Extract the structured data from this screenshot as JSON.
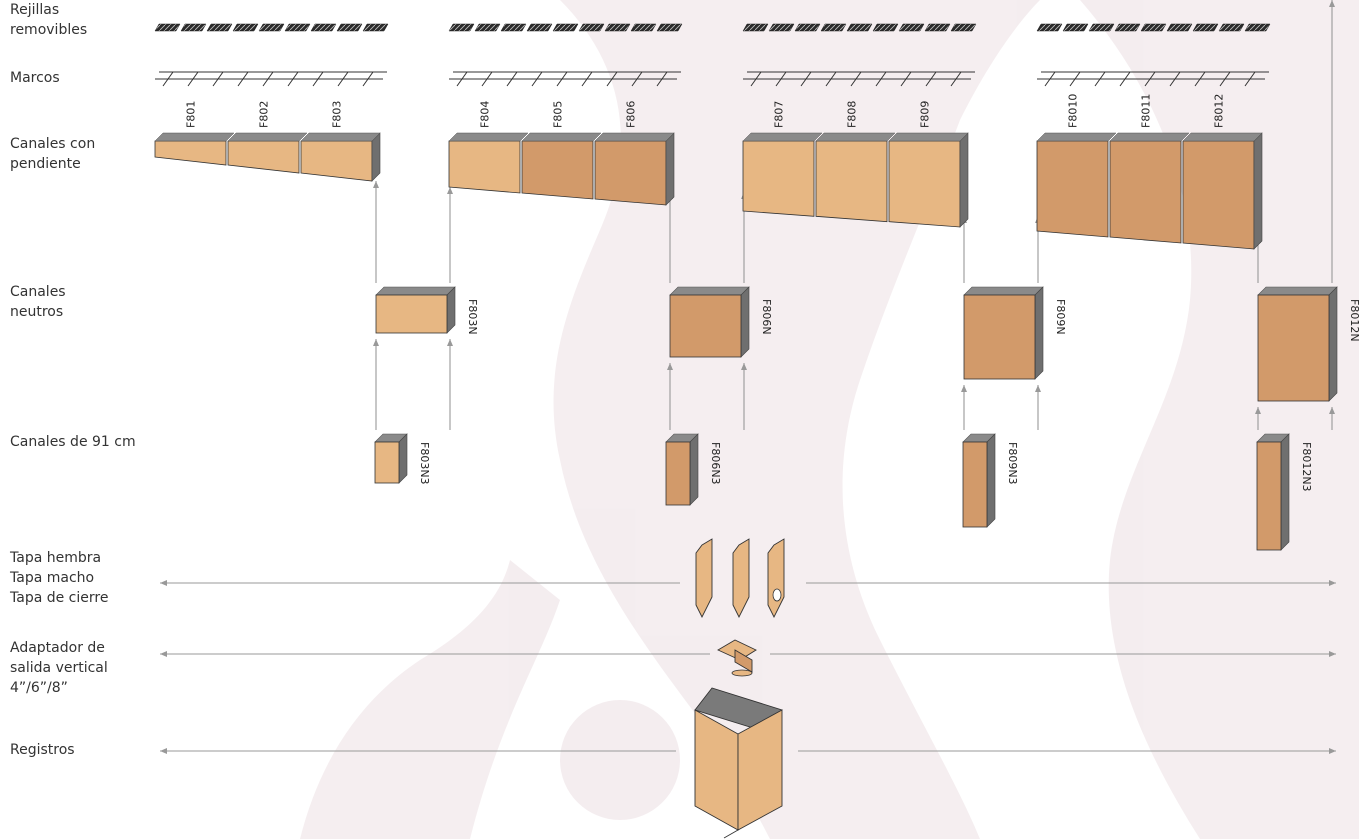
{
  "colors": {
    "channel_light": "#e7b783",
    "channel_dark": "#d29a6a",
    "side": "#6f6f6f",
    "top": "#8a8a8a",
    "arrow": "#999999",
    "watermark": "#b07a8e"
  },
  "rows": {
    "rejillas": [
      "Rejillas",
      "removibles"
    ],
    "marcos": [
      "Marcos"
    ],
    "pendiente": [
      "Canales con",
      "pendiente"
    ],
    "neutros": [
      "Canales",
      "neutros"
    ],
    "n91": [
      "Canales de 91 cm"
    ],
    "tapas": [
      "Tapa hembra",
      "Tapa macho",
      "Tapa de cierre"
    ],
    "adaptador": [
      "Adaptador de",
      "salida vertical",
      "4”/6”/8”"
    ],
    "registros": [
      "Registros"
    ]
  },
  "groups": [
    {
      "slope": [
        "F801",
        "F802",
        "F803"
      ],
      "neutral": "F803N",
      "short": "F803N3"
    },
    {
      "slope": [
        "F804",
        "F805",
        "F806"
      ],
      "neutral": "F806N",
      "short": "F806N3"
    },
    {
      "slope": [
        "F807",
        "F808",
        "F809"
      ],
      "neutral": "F809N",
      "short": "F809N3"
    },
    {
      "slope": [
        "F8010",
        "F8011",
        "F8012"
      ],
      "neutral": "F8012N",
      "short": "F8012N3"
    }
  ]
}
